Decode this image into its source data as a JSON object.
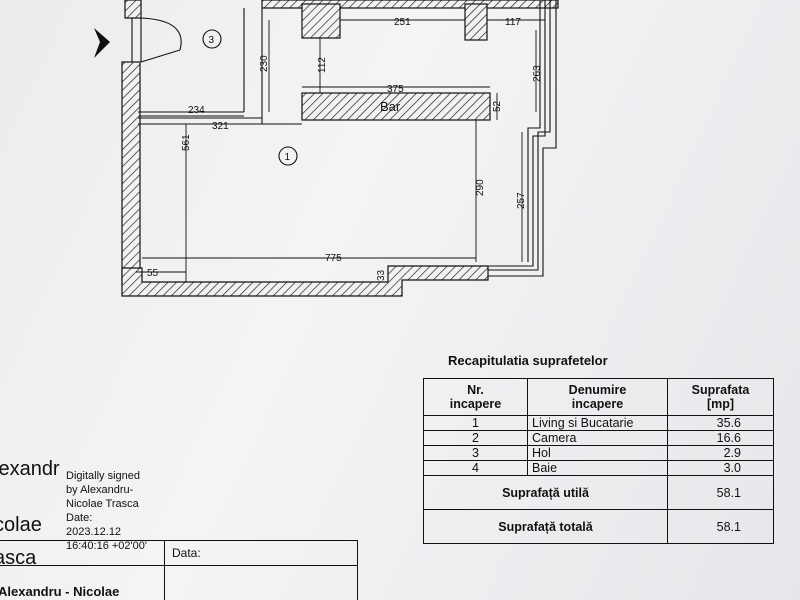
{
  "plan": {
    "room_markers": [
      "1",
      "3"
    ],
    "bar_label": "Bar",
    "dimensions": [
      "251",
      "117",
      "230",
      "112",
      "375",
      "52",
      "263",
      "234",
      "321",
      "561",
      "290",
      "257",
      "775",
      "55",
      "33"
    ]
  },
  "recap": {
    "title": "Recapitulatia suprafetelor",
    "headers": [
      "Nr.\nincapere",
      "Denumire\nincapere",
      "Suprafata\n[mp]"
    ],
    "rows": [
      {
        "nr": "1",
        "name": "Living si Bucatarie",
        "area": "35.6"
      },
      {
        "nr": "2",
        "name": "Camera",
        "area": "16.6"
      },
      {
        "nr": "3",
        "name": "Hol",
        "area": "2.9"
      },
      {
        "nr": "4",
        "name": "Baie",
        "area": "3.0"
      }
    ],
    "util_label": "Suprafață utilă",
    "util_value": "58.1",
    "total_label": "Suprafață totală",
    "total_value": "58.1"
  },
  "signature": {
    "large_lines": [
      "lexandr",
      "colae",
      "asca"
    ],
    "small_lines": [
      "Digitally signed",
      "by Alexandru-",
      "Nicolae Trasca",
      "Date:",
      "2023.12.12",
      "16:40:16 +02'00'"
    ],
    "data_label": "Data:",
    "bottom_name": "Alexandru - Nicolae"
  },
  "colors": {
    "ink": "#111111",
    "paper": "#ececee"
  }
}
